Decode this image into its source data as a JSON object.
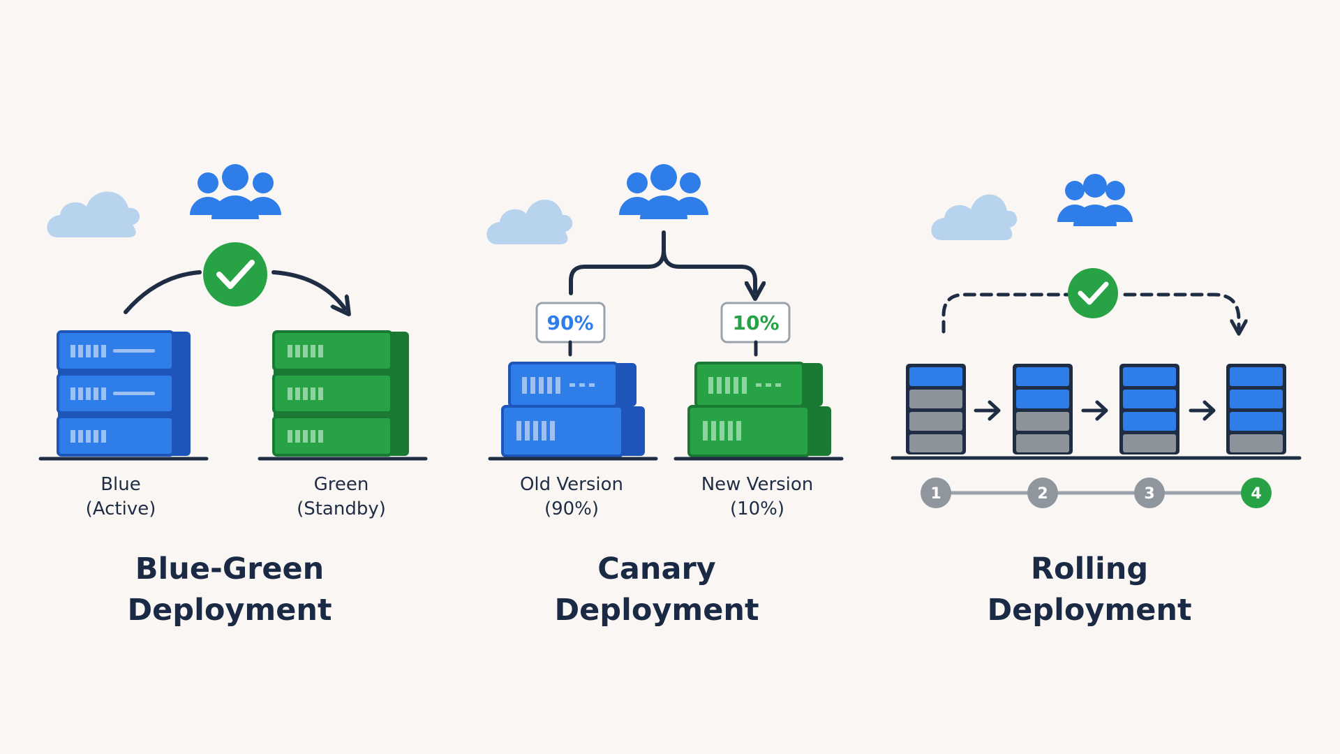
{
  "colors": {
    "background": "#faf6f4",
    "blue": "#2f7de8",
    "blue_dark": "#1d55b8",
    "green": "#27a345",
    "green_dark": "#1a7a34",
    "navy": "#1f2d44",
    "gray": "#8f969e",
    "cloud": "#b7d3ee"
  },
  "blue_green": {
    "title_line1": "Blue-Green",
    "title_line2": "Deployment",
    "blue_label_line1": "Blue",
    "blue_label_line2": "(Active)",
    "green_label_line1": "Green",
    "green_label_line2": "(Standby)"
  },
  "canary": {
    "title_line1": "Canary",
    "title_line2": "Deployment",
    "old_pct": "90%",
    "new_pct": "10%",
    "old_label_line1": "Old Version",
    "old_label_line2": "(90%)",
    "new_label_line1": "New Version",
    "new_label_line2": "(10%)"
  },
  "rolling": {
    "title_line1": "Rolling",
    "title_line2": "Deployment",
    "steps": [
      "1",
      "2",
      "3",
      "4"
    ]
  }
}
